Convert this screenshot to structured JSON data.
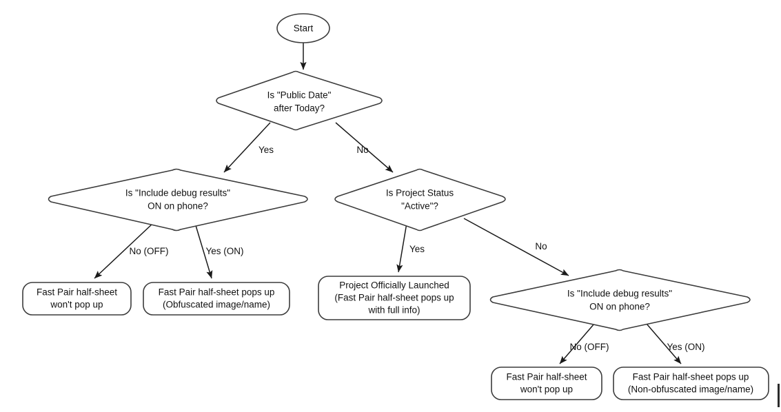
{
  "diagram": {
    "title": "Fast Pair half-sheet visibility decision flow",
    "background_color": "#ffffff",
    "stroke_color": "#3b3b3b",
    "edge_color": "#1a1a1a",
    "text_color": "#111111"
  },
  "nodes": {
    "start": {
      "shape": "ellipse",
      "label": "Start"
    },
    "public_date": {
      "shape": "diamond",
      "line1": "Is \"Public Date\"",
      "line2": "after Today?"
    },
    "debug_left": {
      "shape": "diamond",
      "line1": "Is \"Include debug results\"",
      "line2": "ON on phone?"
    },
    "project_status": {
      "shape": "diamond",
      "line1": "Is Project Status",
      "line2": "\"Active\"?"
    },
    "debug_right": {
      "shape": "diamond",
      "line1": "Is \"Include debug results\"",
      "line2": "ON on phone?"
    },
    "result_no_popup_left": {
      "shape": "rounded-rect",
      "line1": "Fast Pair half-sheet",
      "line2": "won't pop up"
    },
    "result_obfuscated": {
      "shape": "rounded-rect",
      "line1": "Fast Pair half-sheet pops up",
      "line2": "(Obfuscated image/name)"
    },
    "result_launched": {
      "shape": "rounded-rect",
      "line1": "Project Officially Launched",
      "line2": "(Fast Pair half-sheet pops up",
      "line3": "with full info)"
    },
    "result_no_popup_right": {
      "shape": "rounded-rect",
      "line1": "Fast Pair half-sheet",
      "line2": "won't pop up"
    },
    "result_non_obfuscated": {
      "shape": "rounded-rect",
      "line1": "Fast Pair half-sheet pops up",
      "line2": "(Non-obfuscated image/name)"
    }
  },
  "edge_labels": {
    "public_date_yes": "Yes",
    "public_date_no": "No",
    "debug_left_no": "No (OFF)",
    "debug_left_yes": "Yes (ON)",
    "project_status_yes": "Yes",
    "project_status_no": "No",
    "debug_right_no": "No (OFF)",
    "debug_right_yes": "Yes (ON)"
  }
}
